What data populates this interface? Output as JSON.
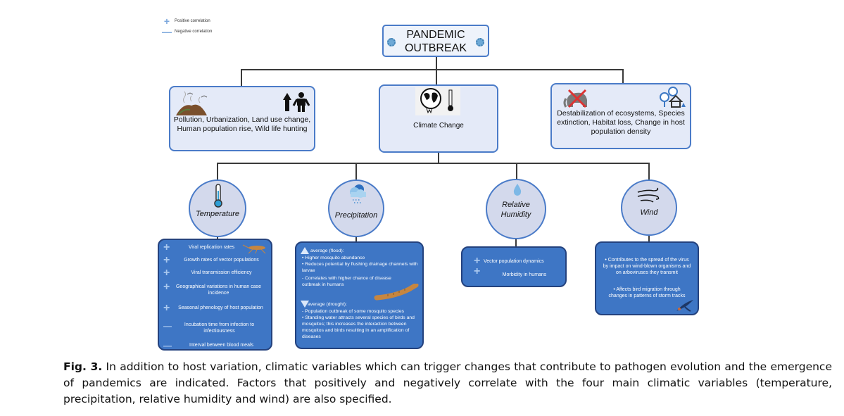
{
  "legend": {
    "positive": {
      "symbol": "+",
      "label": "Positive correlation"
    },
    "negative": {
      "symbol": "—",
      "label": "Negative correlation"
    }
  },
  "root": {
    "line1": "PANDEMIC",
    "line2": "OUTBREAK",
    "icon": "virus-icon"
  },
  "top_boxes": [
    {
      "id": "human",
      "text": "Pollution, Urbanization, Land use change, Human population rise, Wild life hunting",
      "icons": [
        "garbage-pile-icon",
        "population-rise-icon"
      ]
    },
    {
      "id": "climate",
      "text": "Climate Change",
      "icons": [
        "melting-earth-thermometer-icon"
      ]
    },
    {
      "id": "ecosystem",
      "text": "Destabilization of ecosystems, Species extinction, Habitat loss, Change in host population density",
      "icons": [
        "crossed-elephant-icon",
        "habitat-house-icon"
      ]
    }
  ],
  "variables": [
    {
      "name": "Temperature",
      "icon": "thermometer-icon",
      "factors": [
        {
          "sign": "+",
          "text": "Viral replication rates"
        },
        {
          "sign": "+",
          "text": "Growth rates of vector populations"
        },
        {
          "sign": "+",
          "text": "Viral transmission efficiency"
        },
        {
          "sign": "+",
          "text": "Geographical variations in human case incidence"
        },
        {
          "sign": "+",
          "text": "Seasonal phenology of host population"
        },
        {
          "sign": "—",
          "text": "Incubation time from infection to infectiousness"
        },
        {
          "sign": "—",
          "text": "Interval between blood meals"
        }
      ]
    },
    {
      "name": "Precipitation",
      "icon": "rain-cloud-icon",
      "above": {
        "heading": "average (flood):",
        "items": [
          "• Higher mosquito abundance",
          "• Reduces potential by flushing drainage channels with larvae",
          "- Correlates with higher chance of disease outbreak in humans"
        ]
      },
      "below": {
        "heading": "average (drought):",
        "items": [
          "- Population outbreak of some mosquito species",
          "• Standing water attracts several species of birds and mosquitos; this increases the interaction between mosquitos and birds resulting in an amplification of diseases"
        ]
      }
    },
    {
      "name": "Relative Humidity",
      "name_line1": "Relative",
      "name_line2": "Humidity",
      "icon": "water-drop-icon",
      "factors": [
        {
          "sign": "+",
          "text": "Vector population dynamics"
        },
        {
          "sign": "+",
          "text": "Morbidity in humans"
        }
      ]
    },
    {
      "name": "Wind",
      "icon": "wind-icon",
      "items": [
        "• Contributes to the spread of the virus by impact on wind-blown organisms and on arboviruses they transmit",
        "• Affects bird migration through changes in patterns of storm tracks"
      ]
    }
  ],
  "caption": {
    "label": "Fig. 3.",
    "text": " In addition to host variation, climatic variables which can trigger changes that contribute to pathogen evolution and the emergence of pandemics are indicated. Factors that positively and negatively correlate with the four main climatic variables (temperature, precipitation, relative humidity and wind) are also specified."
  },
  "colors": {
    "box_border": "#4a7bc8",
    "box_fill": "#e4eaf8",
    "circle_fill": "#d3d9ec",
    "panel_fill": "#3e76c5",
    "connector": "#3a3a3a"
  }
}
